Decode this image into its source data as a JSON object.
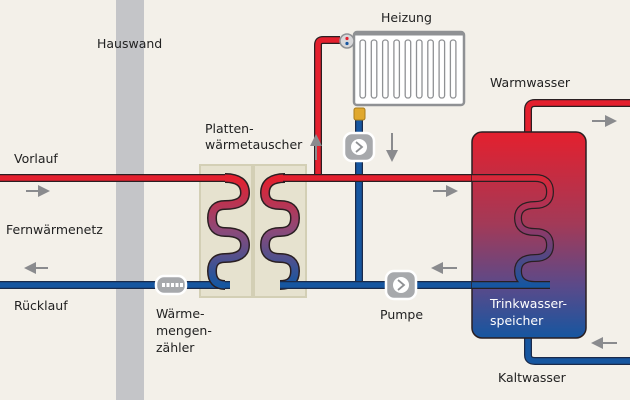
{
  "labels": {
    "hauswand": "Hauswand",
    "heizung": "Heizung",
    "warmwasser": "Warmwasser",
    "plattenwaermetauscher_1": "Platten-",
    "plattenwaermetauscher_2": "wärmetauscher",
    "vorlauf": "Vorlauf",
    "fernwaermenetz": "Fernwärmenetz",
    "ruecklauf": "Rücklauf",
    "waermemengenzaehler_1": "Wärme-",
    "waermemengenzaehler_2": "mengen-",
    "waermemengenzaehler_3": "zähler",
    "pumpe": "Pumpe",
    "trinkwasserspeicher_1": "Trinkwasser-",
    "trinkwasserspeicher_2": "speicher",
    "kaltwasser": "Kaltwasser"
  },
  "colors": {
    "background": "#f3f0e9",
    "wall": "#c4c5c8",
    "hot_pipe": "#e4202e",
    "cold_pipe": "#1656a0",
    "pipe_outline": "#2a1f22",
    "exchanger_plate": "#e6e2cf",
    "device_gray": "#a7a9ac",
    "arrow_gray": "#8a8b8e",
    "valve_gold": "#e0a82e"
  },
  "flow_arrows": [
    {
      "id": "vorlauf-in",
      "direction": "right"
    },
    {
      "id": "ruecklauf-out",
      "direction": "left"
    },
    {
      "id": "heizung-up",
      "direction": "up"
    },
    {
      "id": "heizung-down",
      "direction": "down"
    },
    {
      "id": "speicher-in",
      "direction": "right"
    },
    {
      "id": "speicher-out",
      "direction": "left"
    },
    {
      "id": "warmwasser-out",
      "direction": "right"
    },
    {
      "id": "kaltwasser-in",
      "direction": "left"
    }
  ]
}
